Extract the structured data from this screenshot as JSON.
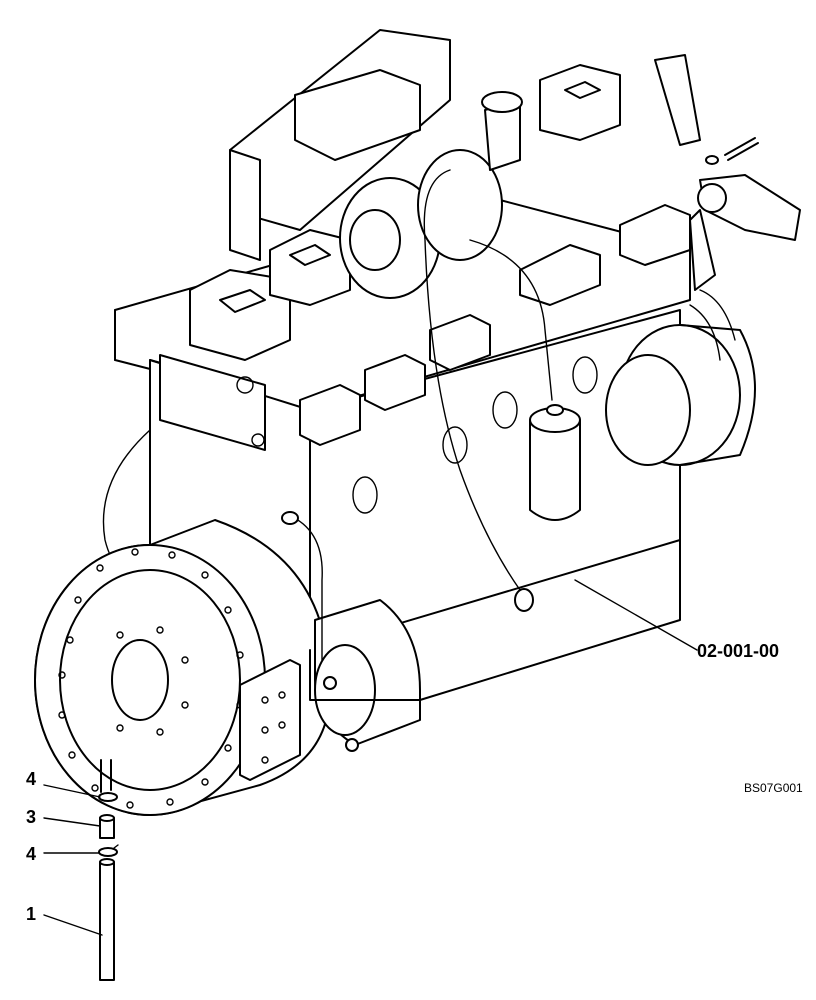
{
  "callouts": {
    "engine_assembly": "02-001-00",
    "part_1": "1",
    "part_3": "3",
    "part_4_upper": "4",
    "part_4_lower": "4"
  },
  "figure_code": "BS07G001"
}
